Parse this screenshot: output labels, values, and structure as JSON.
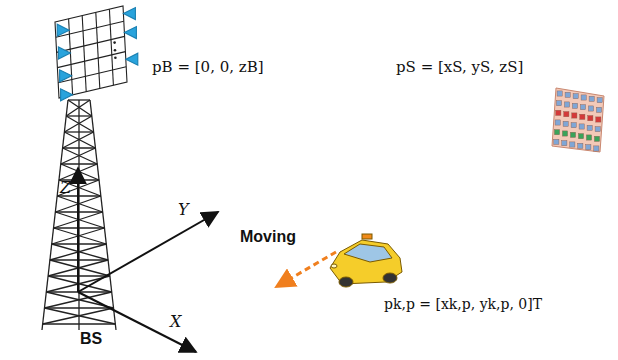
{
  "diagram": {
    "labels": [
      "pB = [0, 0, zB]",
      "pS = [xS, yS, zS]",
      "Moving",
      "pk,p = [xk,p, yk,p, 0]T",
      "Z",
      "Y",
      "X",
      "BS"
    ]
  }
}
